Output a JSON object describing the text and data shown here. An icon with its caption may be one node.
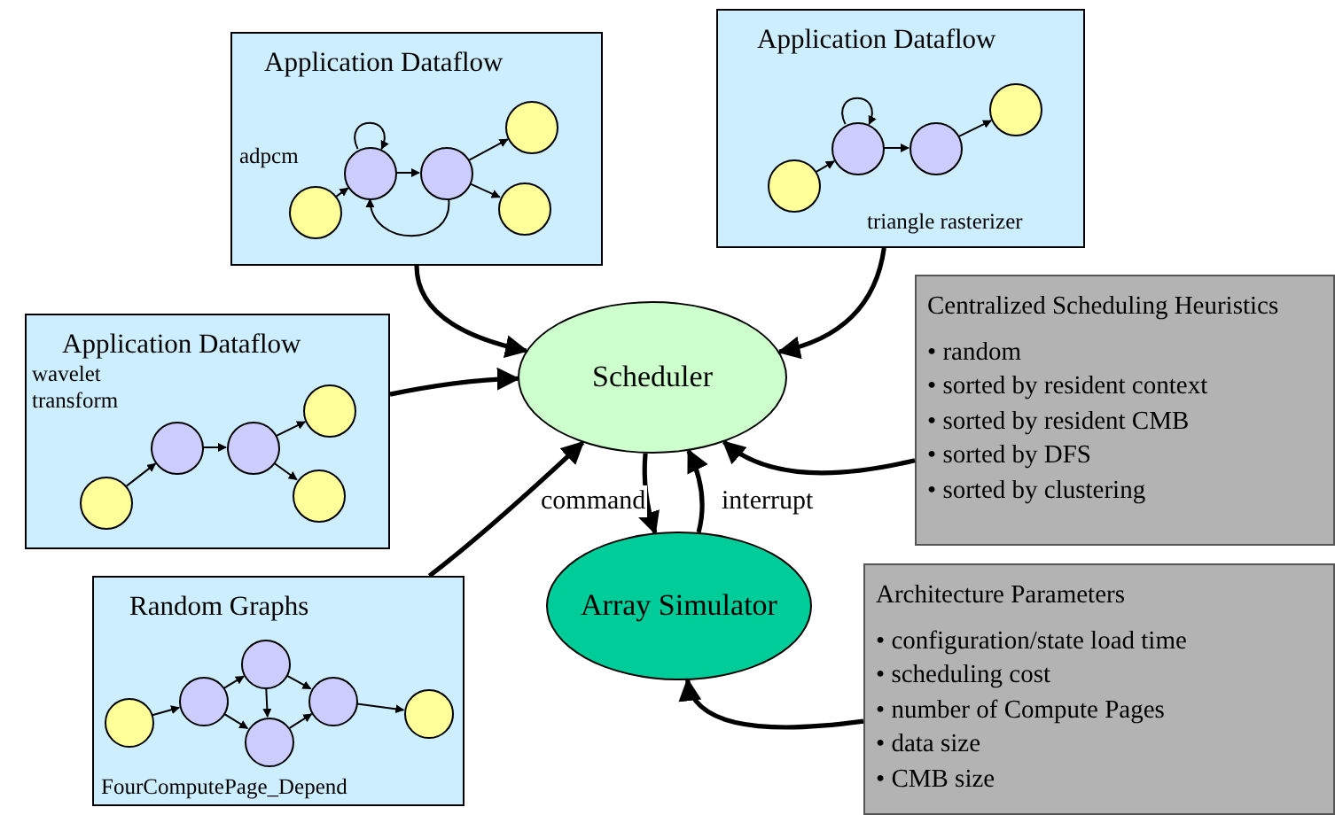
{
  "diagram": {
    "nodes": [
      {
        "text": [
          "Application Dataflow",
          "adpcm"
        ]
      },
      {
        "text": [],
        "shape": "circle",
        "in": 0
      },
      {
        "text": [],
        "shape": "circle",
        "in": 0
      },
      {
        "text": [],
        "shape": "circle",
        "in": 0
      },
      {
        "text": [],
        "shape": "circle",
        "in": 0
      },
      {
        "text": [],
        "shape": "circle",
        "in": 0
      },
      {
        "text": [
          "Application Dataflow",
          "triangle rasterizer"
        ]
      },
      {
        "text": [],
        "shape": "circle",
        "in": 6
      },
      {
        "text": [],
        "shape": "circle",
        "in": 6
      },
      {
        "text": [],
        "shape": "circle",
        "in": 6
      },
      {
        "text": [],
        "shape": "circle",
        "in": 6
      },
      {
        "text": [
          "Application Dataflow",
          "wavelet transform"
        ]
      },
      {
        "text": [],
        "shape": "circle",
        "in": 11
      },
      {
        "text": [],
        "shape": "circle",
        "in": 11
      },
      {
        "text": [],
        "shape": "circle",
        "in": 11
      },
      {
        "text": [],
        "shape": "circle",
        "in": 11
      },
      {
        "text": [],
        "shape": "circle",
        "in": 11
      },
      {
        "text": [
          "Random Graphs",
          "FourComputePage_Depend"
        ]
      },
      {
        "text": [],
        "shape": "circle",
        "in": 17
      },
      {
        "text": [],
        "shape": "circle",
        "in": 17
      },
      {
        "text": [],
        "shape": "circle",
        "in": 17
      },
      {
        "text": [],
        "shape": "circle",
        "in": 17
      },
      {
        "text": [],
        "shape": "circle",
        "in": 17
      },
      {
        "text": [],
        "shape": "circle",
        "in": 17
      },
      {
        "text": [
          "Scheduler"
        ]
      },
      {
        "text": [
          "Array Simulator"
        ]
      },
      {
        "text": [
          "Centralized Scheduling Heuristics",
          "• random",
          "• sorted by resident context",
          "• sorted by resident CMB",
          "• sorted by DFS",
          "• sorted by clustering"
        ]
      },
      {
        "text": [
          "Architecture Parameters",
          "• configuration/state load time",
          "• scheduling cost",
          "• number of Compute Pages",
          "• data size",
          "• CMB size"
        ]
      }
    ],
    "edges": [
      {
        "from": 1,
        "to": 2,
        "arrow": "to"
      },
      {
        "from": 2,
        "to": 2,
        "arrow": "to"
      },
      {
        "from": 2,
        "to": 3,
        "arrow": "to"
      },
      {
        "from": 3,
        "to": 4,
        "arrow": "to"
      },
      {
        "from": 3,
        "to": 5,
        "arrow": "to"
      },
      {
        "from": 3,
        "to": 2,
        "arrow": "to"
      },
      {
        "from": 7,
        "to": 8,
        "arrow": "to"
      },
      {
        "from": 8,
        "to": 8,
        "arrow": "to"
      },
      {
        "from": 8,
        "to": 9,
        "arrow": "to"
      },
      {
        "from": 9,
        "to": 10,
        "arrow": "to"
      },
      {
        "from": 12,
        "to": 13,
        "arrow": "to"
      },
      {
        "from": 13,
        "to": 14,
        "arrow": "to"
      },
      {
        "from": 14,
        "to": 15,
        "arrow": "to"
      },
      {
        "from": 14,
        "to": 16,
        "arrow": "to"
      },
      {
        "from": 18,
        "to": 19,
        "arrow": "to"
      },
      {
        "from": 19,
        "to": 20,
        "arrow": "to"
      },
      {
        "from": 19,
        "to": 21,
        "arrow": "to"
      },
      {
        "from": 20,
        "to": 21,
        "arrow": "to"
      },
      {
        "from": 20,
        "to": 22,
        "arrow": "to"
      },
      {
        "from": 21,
        "to": 22,
        "arrow": "to"
      },
      {
        "from": 22,
        "to": 23,
        "arrow": "to"
      },
      {
        "from": 0,
        "to": 24,
        "arrow": "to",
        "style": "thick"
      },
      {
        "from": 6,
        "to": 24,
        "arrow": "to",
        "style": "thick"
      },
      {
        "from": 11,
        "to": 24,
        "arrow": "to",
        "style": "thick"
      },
      {
        "from": 17,
        "to": 24,
        "arrow": "to",
        "style": "thick"
      },
      {
        "from": 26,
        "to": 24,
        "arrow": "to",
        "style": "thick"
      },
      {
        "from": 24,
        "to": 25,
        "arrow": "to",
        "style": "thick",
        "label": "command"
      },
      {
        "from": 25,
        "to": 24,
        "arrow": "to",
        "style": "thick",
        "label": "interrupt"
      },
      {
        "from": 27,
        "to": 25,
        "arrow": "to",
        "style": "thick"
      }
    ]
  }
}
